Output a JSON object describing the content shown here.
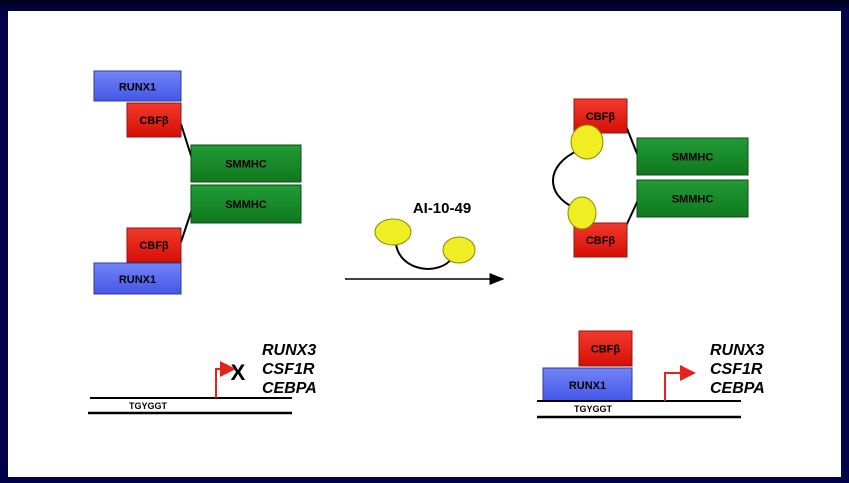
{
  "labels": {
    "runx1": "RUNX1",
    "cbfb": "CBFβ",
    "smmhc": "SMMHC",
    "compound": "AI-10-49",
    "motif": "TGYGGT",
    "blocked_mark": "X"
  },
  "genes": [
    "RUNX3",
    "CSF1R",
    "CEBPA"
  ],
  "colors": {
    "runx1": "#5b6ef2",
    "cbfb": "#ee1d10",
    "smmhc": "#178a2a",
    "compound": "#eeee22",
    "arrow_red": "#e8221a",
    "background": "#02024a"
  }
}
